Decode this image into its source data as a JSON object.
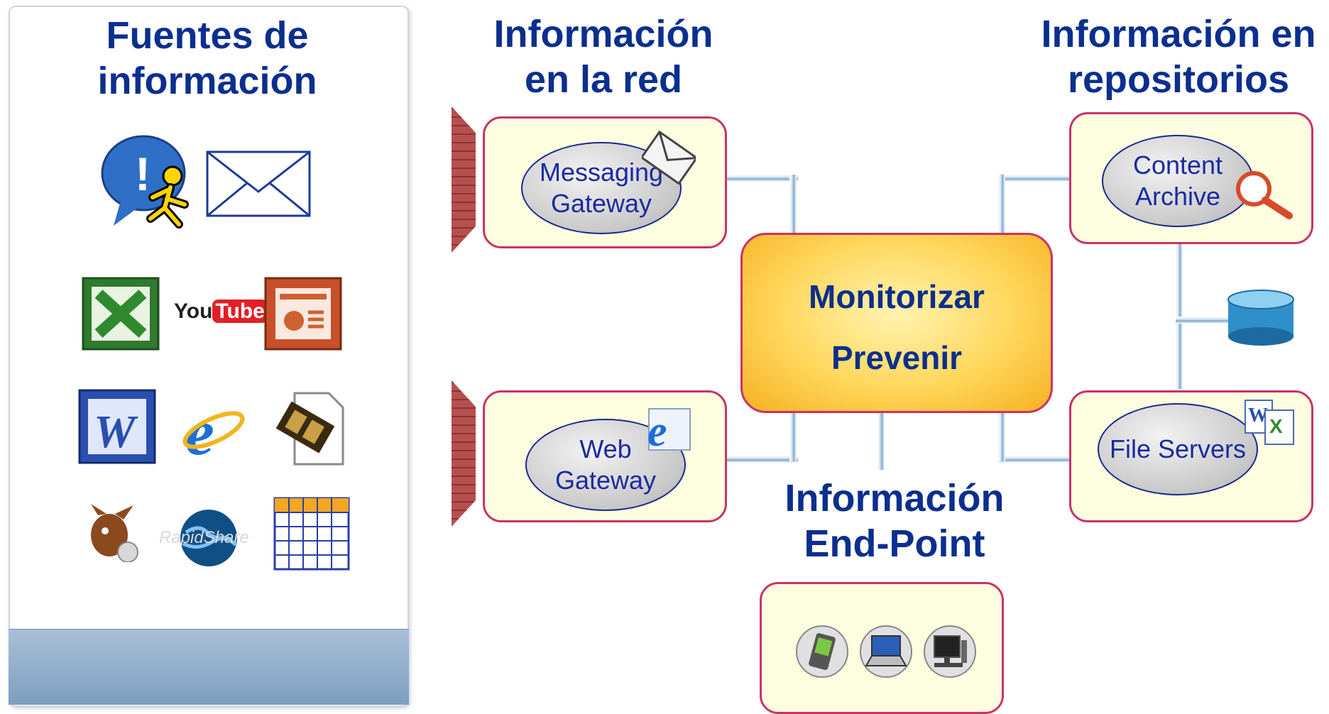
{
  "sources": {
    "title_line1": "Fuentes de",
    "title_line2": "información",
    "rapidshare_label": "RapidShare",
    "youtube_you": "You",
    "youtube_tube": "Tube"
  },
  "network": {
    "title_line1": "Información",
    "title_line2": "en la red",
    "messaging_gateway": [
      "Messaging",
      "Gateway"
    ],
    "web_gateway": [
      "Web",
      "Gateway"
    ]
  },
  "repositories": {
    "title_line1": "Información en",
    "title_line2": "repositorios",
    "content_archive": [
      "Content",
      "Archive"
    ],
    "file_servers": "File Servers"
  },
  "center": {
    "line1": "Monitorizar",
    "line2": "Prevenir"
  },
  "endpoint": {
    "title_line1": "Información",
    "title_line2": "End-Point"
  },
  "colors": {
    "heading": "#0b2f8e",
    "box_border": "#c8336a",
    "box_fill": "#fdfde0",
    "center_fill": "#ffd65a"
  },
  "icons": [
    "chat-icon",
    "email-icon",
    "excel-icon",
    "youtube-icon",
    "powerpoint-icon",
    "word-icon",
    "internet-explorer-icon",
    "video-file-icon",
    "emule-icon",
    "rapidshare-icon",
    "spreadsheet-icon",
    "envelope-icon",
    "magnifier-icon",
    "database-icon",
    "document-icon",
    "pda-icon",
    "laptop-icon",
    "desktop-icon"
  ]
}
